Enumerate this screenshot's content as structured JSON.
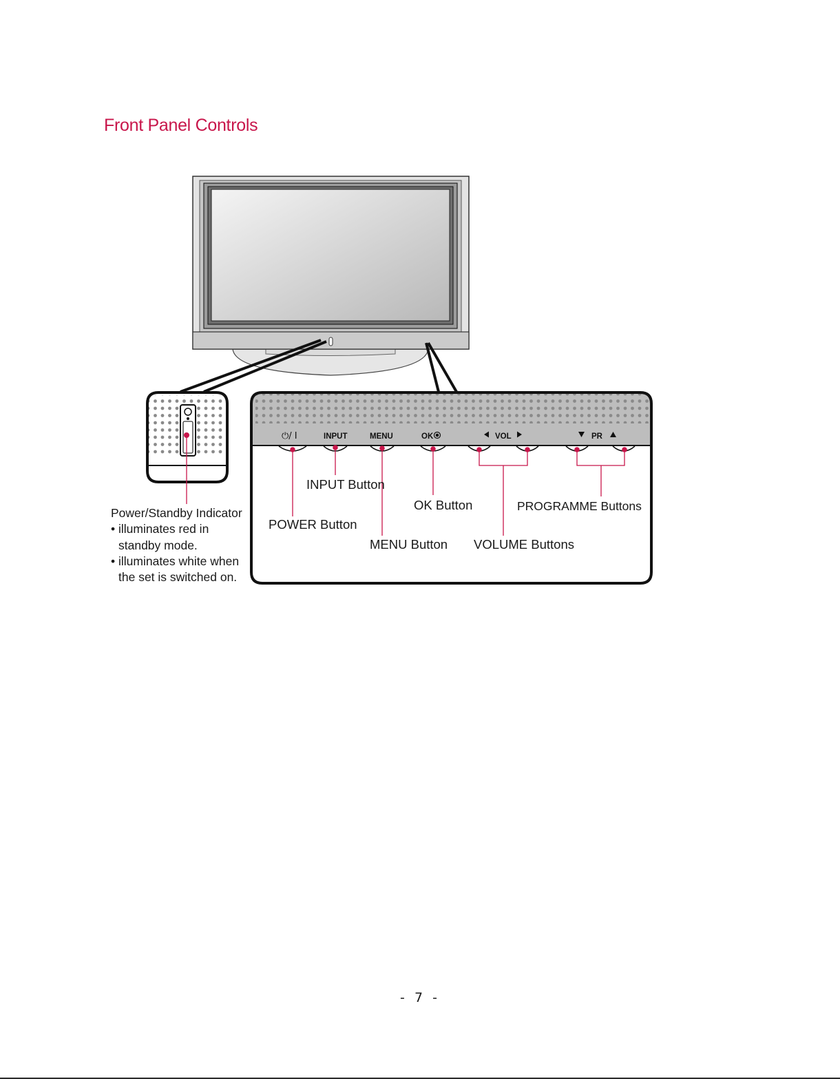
{
  "title": "Front Panel Controls",
  "panel_print": {
    "power": "⏻/ I",
    "input": "INPUT",
    "menu": "MENU",
    "ok": "OK",
    "vol": "VOL",
    "pr": "PR"
  },
  "labels": {
    "input_button": "INPUT Button",
    "power_button": "POWER Button",
    "menu_button": "MENU Button",
    "ok_button": "OK Button",
    "volume_buttons": "VOLUME Buttons",
    "programme_buttons": "PROGRAMME Buttons"
  },
  "indicator_note": {
    "heading": "Power/Standby Indicator",
    "bullet1_line1": "• illuminates red in",
    "bullet1_line2": "standby mode.",
    "bullet2_line1": "• illuminates white when",
    "bullet2_line2": "the set is switched on."
  },
  "page_number": "- 7 -",
  "colors": {
    "accent": "#c8164b",
    "outline": "#111111",
    "panel_gray": "#bdbdbd",
    "speaker_dot": "#8a8a8a"
  }
}
